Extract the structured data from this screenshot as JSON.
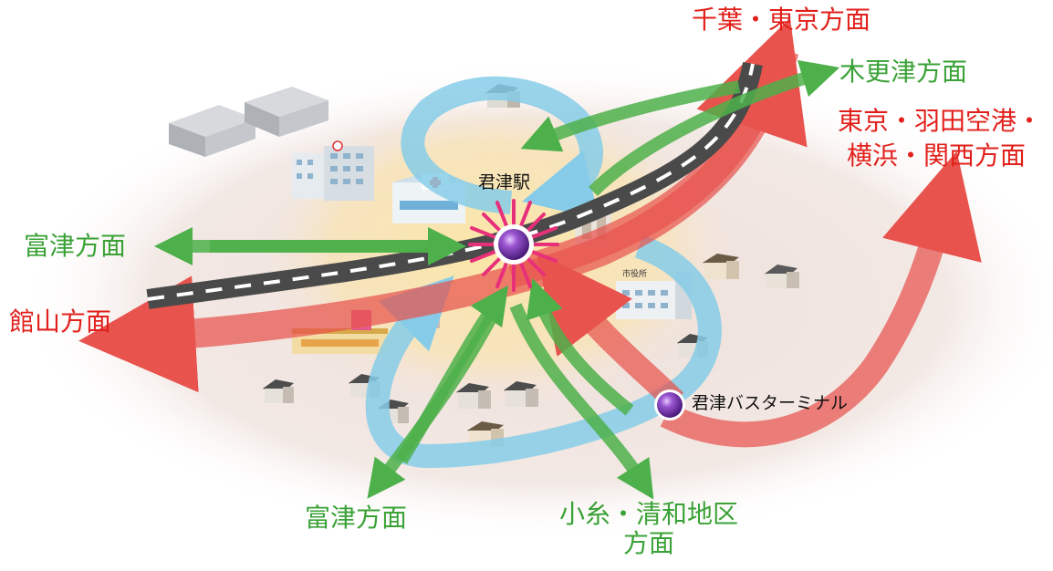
{
  "colors": {
    "red_route": "#e83f3a",
    "green_route": "#4db04a",
    "blue_loop": "#7fc8e8",
    "road": "#4a4a4a",
    "station_glow": "#e8307a",
    "station_dot": "#6a2c91",
    "ground": "#f1e7e3",
    "core": "#fbe9b0"
  },
  "labels": {
    "chiba_tokyo": "千葉・東京方面",
    "kisarazu": "木更津方面",
    "tokyo_haneda_line1": "東京・羽田空港・",
    "tokyo_haneda_line2": "横浜・関西方面",
    "futtsu_west": "富津方面",
    "tateyama": "館山方面",
    "futtsu_south": "富津方面",
    "koito_line1": "小糸・清和地区",
    "koito_line2": "方面",
    "station": "君津駅",
    "bus_terminal": "君津バスターミナル",
    "city_hall_sign": "市役所"
  },
  "icons": {
    "station_marker": "purple-sphere-icon",
    "bus_marker": "purple-sphere-icon",
    "hospital": "hospital-icon",
    "factory": "factory-icon",
    "city_hall": "city-hall-icon",
    "house": "house-icon"
  }
}
